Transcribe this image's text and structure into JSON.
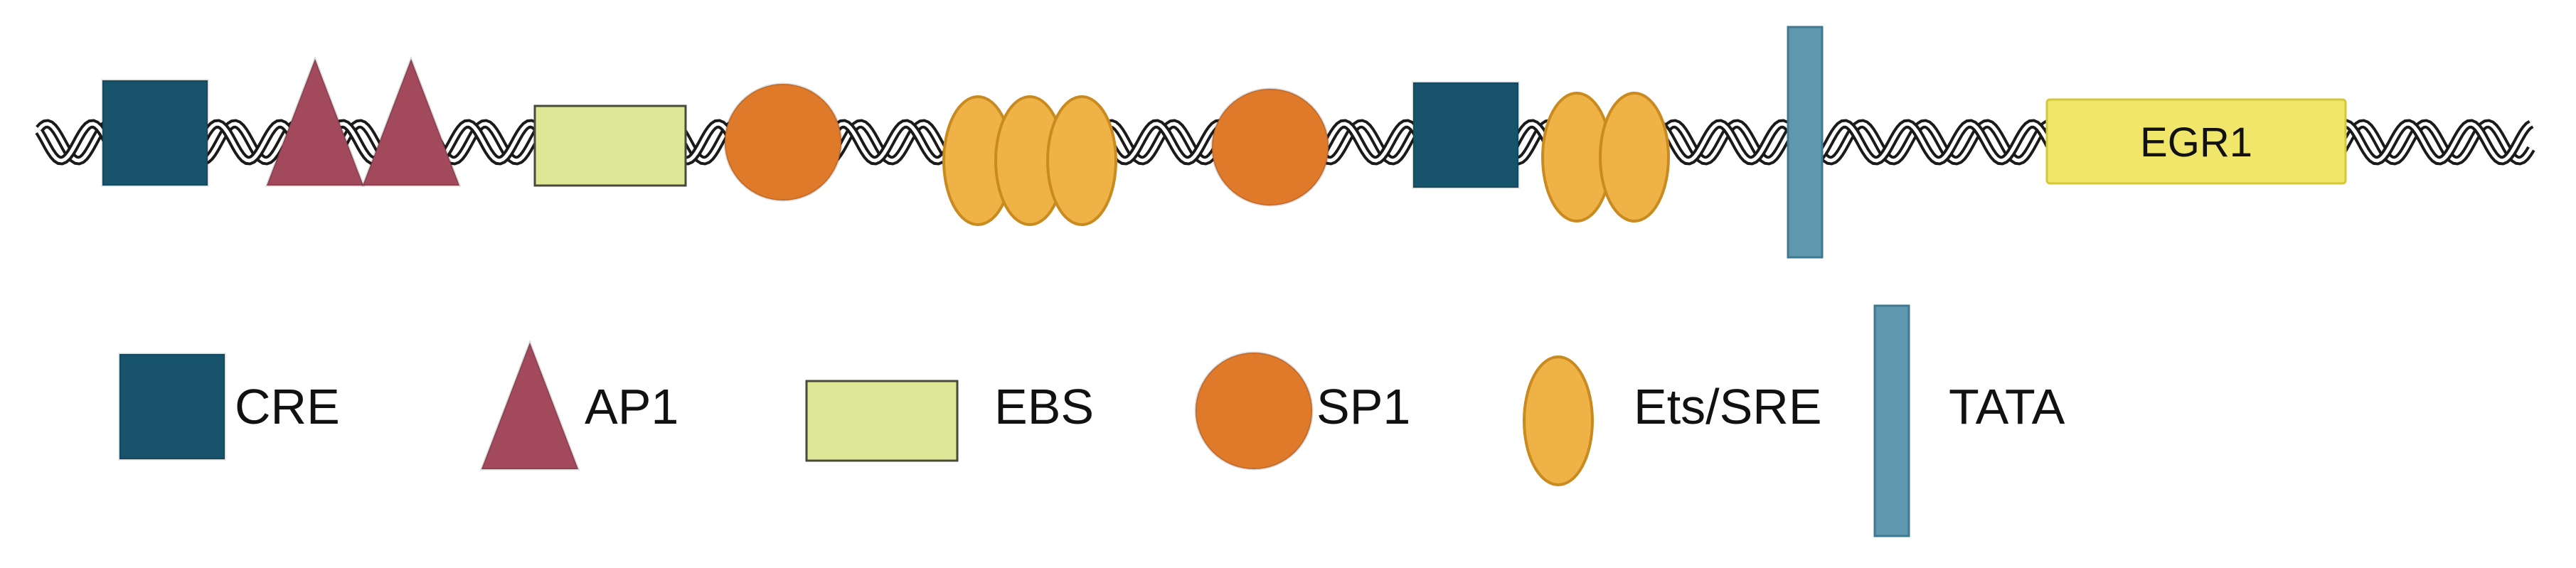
{
  "gene": {
    "label": "EGR1",
    "color": "#f0e76a"
  },
  "promoter_elements": [
    {
      "type": "CRE"
    },
    {
      "type": "AP1"
    },
    {
      "type": "AP1"
    },
    {
      "type": "EBS"
    },
    {
      "type": "SP1"
    },
    {
      "type": "Ets/SRE"
    },
    {
      "type": "Ets/SRE"
    },
    {
      "type": "Ets/SRE"
    },
    {
      "type": "SP1"
    },
    {
      "type": "CRE"
    },
    {
      "type": "Ets/SRE"
    },
    {
      "type": "Ets/SRE"
    },
    {
      "type": "TATA"
    }
  ],
  "legend": [
    {
      "key": "CRE",
      "label": "CRE",
      "shape": "square",
      "color": "#17536a"
    },
    {
      "key": "AP1",
      "label": "AP1",
      "shape": "triangle",
      "color": "#a24a5c"
    },
    {
      "key": "EBS",
      "label": "EBS",
      "shape": "rectangle",
      "color": "#dde796"
    },
    {
      "key": "SP1",
      "label": "SP1",
      "shape": "circle",
      "color": "#e07a2b"
    },
    {
      "key": "Ets/SRE",
      "label": "Ets/SRE",
      "shape": "ellipse",
      "color": "#eeb247"
    },
    {
      "key": "TATA",
      "label": "TATA",
      "shape": "bar",
      "color": "#5f98ae"
    }
  ]
}
